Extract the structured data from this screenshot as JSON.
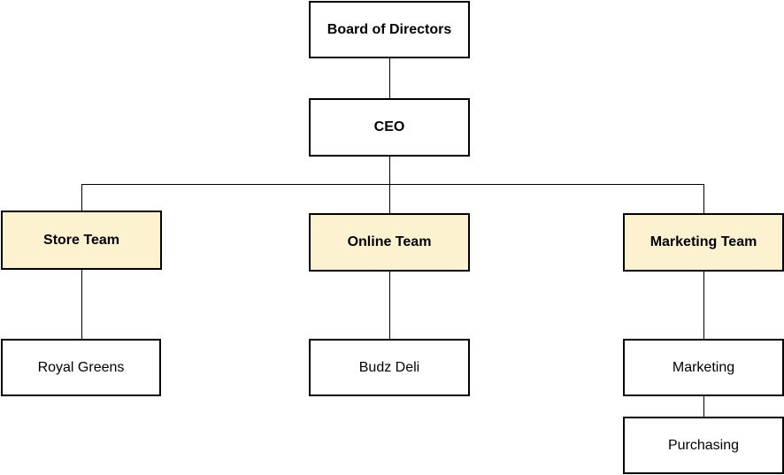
{
  "nodes": {
    "board": "Board of Directors",
    "ceo": "CEO",
    "store_team": "Store Team",
    "online_team": "Online Team",
    "marketing_team": "Marketing Team",
    "royal_greens": "Royal Greens",
    "budz_deli": "Budz Deli",
    "marketing": "Marketing",
    "purchasing": "Purchasing"
  },
  "edges": [
    [
      "board",
      "ceo"
    ],
    [
      "ceo",
      "store_team"
    ],
    [
      "ceo",
      "online_team"
    ],
    [
      "ceo",
      "marketing_team"
    ],
    [
      "store_team",
      "royal_greens"
    ],
    [
      "online_team",
      "budz_deli"
    ],
    [
      "marketing_team",
      "marketing"
    ],
    [
      "marketing",
      "purchasing"
    ]
  ],
  "colors": {
    "team_fill": "#fdf2cf",
    "node_fill": "#ffffff",
    "stroke": "#000000"
  }
}
